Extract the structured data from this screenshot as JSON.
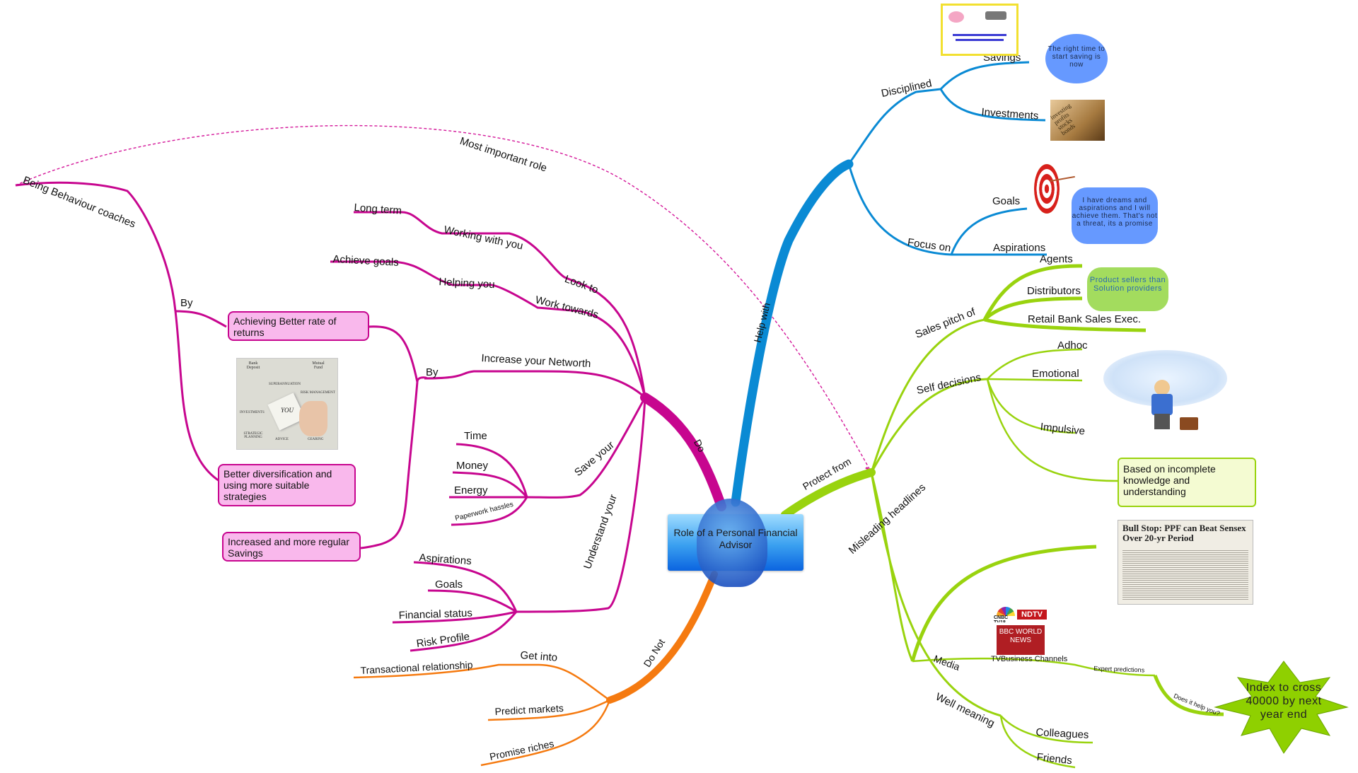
{
  "title": "Role of a Personal Financial Advisor",
  "colors": {
    "do": "#c7068f",
    "help_with": "#0a8ad4",
    "protect_from": "#99d30e",
    "do_not": "#f57a10",
    "dashed_link": "#d4189a"
  },
  "branches": {
    "do": {
      "label": "Do",
      "look_to": {
        "label": "Look to",
        "child": "Working with you",
        "grandchild": "Long term"
      },
      "work_towards": {
        "label": "Work towards",
        "child": "Helping you",
        "grandchild": "Achieve goals"
      },
      "increase": {
        "label": "Increase your Networth",
        "by": "By",
        "items": [
          "Achieving Better rate of returns",
          "Better diversification and using more suitable strategies",
          "Increased and more regular Savings"
        ],
        "image_caption": {
          "center": "YOU",
          "pieces": [
            "Bank Deposit",
            "Mutual Fund",
            "SUPERANNUATION",
            "RISK MANAGEMENT",
            "INVESTMENTS",
            "STRATEGIC PLANNING",
            "ADVICE",
            "GEARING"
          ]
        },
        "by2": "By",
        "behaviour": "Being Behaviour coaches"
      },
      "save_your": {
        "label": "Save your",
        "items": [
          "Time",
          "Money",
          "Energy",
          "Paperwork hassles"
        ]
      },
      "understand_your": {
        "label": "Understand your",
        "items": [
          "Aspirations",
          "Goals",
          "Financial status",
          "Risk Profile"
        ]
      }
    },
    "do_not": {
      "label": "Do Not",
      "items": [
        {
          "label": "Get into",
          "child": "Transactional relationship"
        },
        {
          "label": "Predict markets"
        },
        {
          "label": "Promise riches"
        }
      ]
    },
    "help_with": {
      "label": "Help with",
      "disciplined": {
        "label": "Disciplined",
        "items": [
          "Savings",
          "Investments"
        ]
      },
      "focus_on": {
        "label": "Focus on",
        "items": [
          "Goals",
          "Aspirations"
        ]
      },
      "savings_note": "The right time to start saving is now",
      "investments_image_words": [
        "investing",
        "profits",
        "stocks",
        "bonds"
      ],
      "aspirations_note": "I have dreams and aspirations and I will achieve them. That's not a threat, its a promise"
    },
    "protect_from": {
      "label": "Protect from",
      "sales_pitch": {
        "label": "Sales pitch of",
        "items": [
          "Agents",
          "Distributors",
          "Retail Bank Sales Exec."
        ],
        "note": "Product sellers than Solution providers"
      },
      "self_decisions": {
        "label": "Self decisions",
        "items": [
          "Adhoc",
          "Emotional",
          "Impulsive"
        ],
        "note": "Based on incomplete knowledge and understanding"
      },
      "media": {
        "label": "Media",
        "items": [
          "Misleading headlines",
          "TVBusiness Channels"
        ],
        "headline_image": "Bull Stop: PPF can Beat Sensex Over 20-yr Period",
        "channels": [
          "CNBC TV18",
          "NDTV",
          "BBC WORLD NEWS"
        ],
        "expert": "Expert predictions",
        "question": "Does it help you?",
        "star": "Index to cross 40000 by next year end"
      },
      "well_meaning": {
        "label": "Well meaning",
        "items": [
          "Colleagues",
          "Friends"
        ]
      }
    }
  },
  "cross_link": {
    "label": "Most important role"
  }
}
